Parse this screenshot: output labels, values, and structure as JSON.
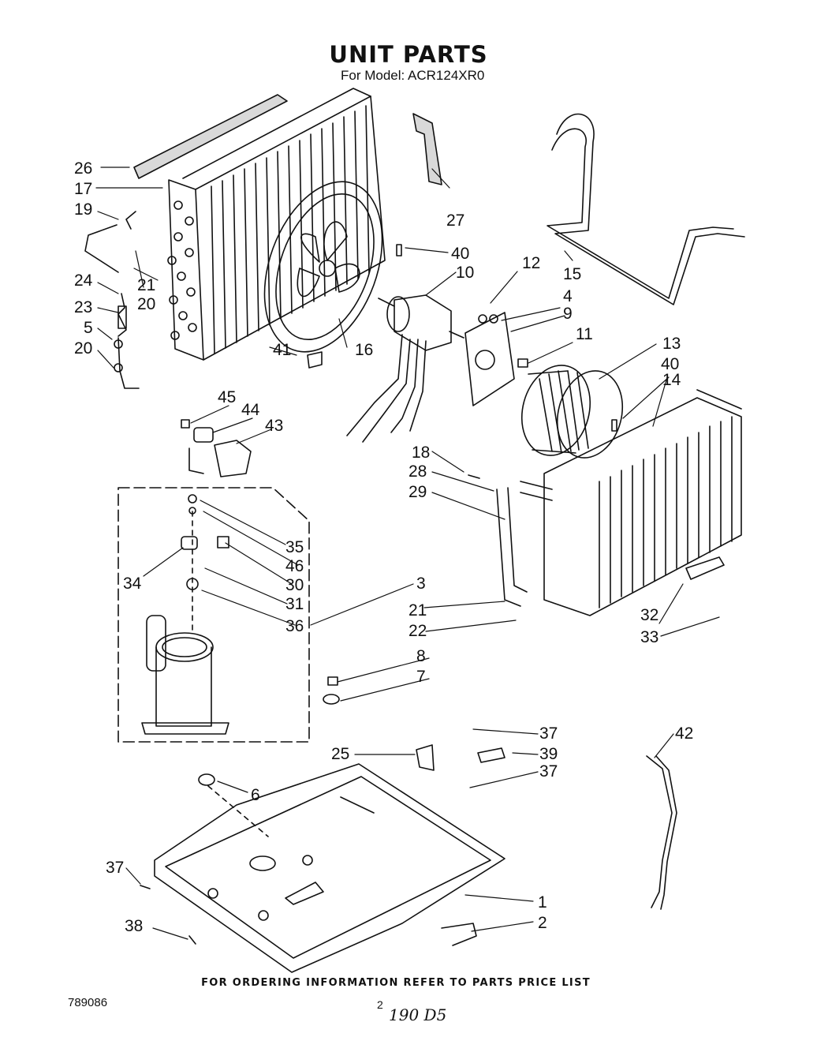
{
  "title": "UNIT PARTS",
  "subtitle": "For Model: ACR124XR0",
  "footer": "FOR ORDERING INFORMATION REFER TO PARTS PRICE LIST",
  "doc_number": "789086",
  "page_number": "2",
  "handwritten_note": "190 D5",
  "labels": {
    "p1": "1",
    "p2": "2",
    "p3": "3",
    "p4": "4",
    "p5": "5",
    "p6": "6",
    "p7": "7",
    "p8": "8",
    "p9": "9",
    "p10": "10",
    "p11": "11",
    "p12": "12",
    "p13": "13",
    "p14": "14",
    "p15": "15",
    "p16": "16",
    "p17": "17",
    "p18": "18",
    "p19": "19",
    "p20a": "20",
    "p20b": "20",
    "p21a": "21",
    "p21b": "21",
    "p22": "22",
    "p23": "23",
    "p24": "24",
    "p25": "25",
    "p26": "26",
    "p27": "27",
    "p28": "28",
    "p29": "29",
    "p30": "30",
    "p31": "31",
    "p32": "32",
    "p33": "33",
    "p34": "34",
    "p35": "35",
    "p36": "36",
    "p37a": "37",
    "p37b": "37",
    "p37c": "37",
    "p38": "38",
    "p39": "39",
    "p40a": "40",
    "p40b": "40",
    "p41": "41",
    "p42": "42",
    "p43": "43",
    "p44": "44",
    "p45": "45",
    "p46": "46"
  },
  "colors": {
    "ink": "#111111",
    "paper": "#ffffff"
  }
}
